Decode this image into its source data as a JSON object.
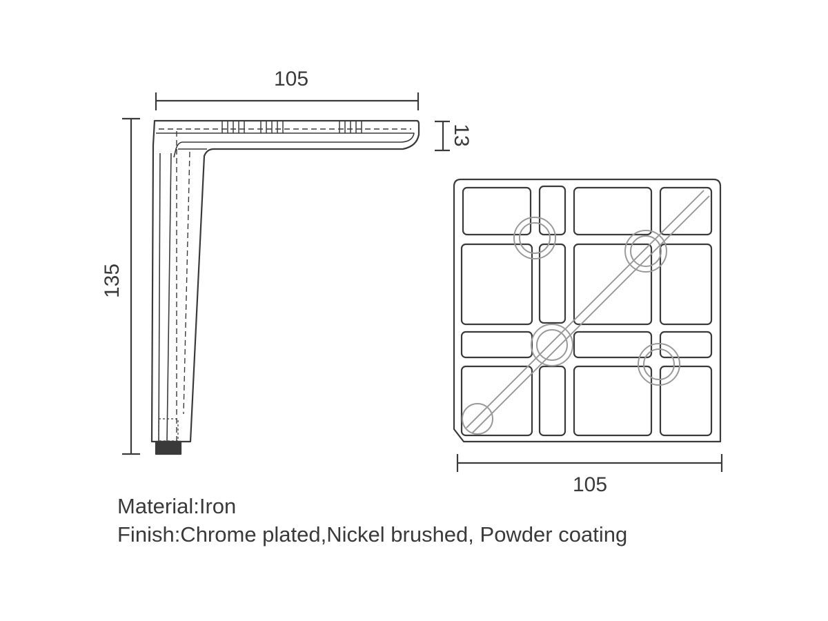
{
  "dimensions": {
    "side_width": "105",
    "side_height": "135",
    "top_thickness": "13",
    "plate_width": "105"
  },
  "specs": {
    "material": "Material:Iron",
    "finish": "Finish:Chrome plated,Nickel brushed, Powder coating"
  },
  "colors": {
    "line": "#3a3a3a",
    "light_line": "#9a9a9a",
    "foot": "#3a3a3a"
  }
}
